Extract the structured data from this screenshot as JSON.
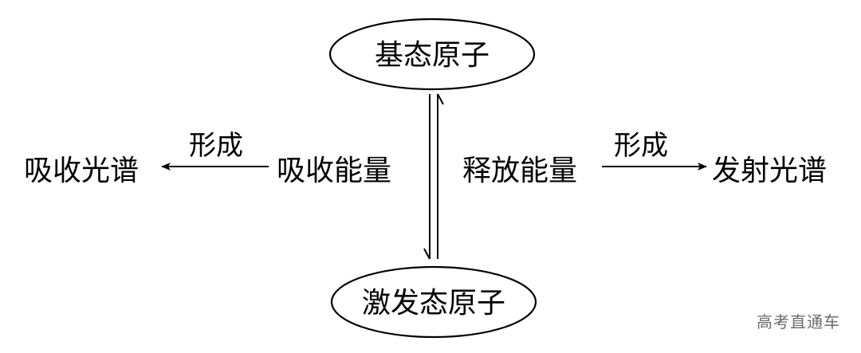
{
  "diagram": {
    "ground_state": "基态原子",
    "excited_state": "激发态原子",
    "absorb_energy": "吸收能量",
    "absorption_spectrum": "吸收光谱",
    "release_energy": "释放能量",
    "emission_spectrum": "发射光谱",
    "left_arrow_label": "形成",
    "right_arrow_label": "形成"
  },
  "watermark": "高考直通车"
}
